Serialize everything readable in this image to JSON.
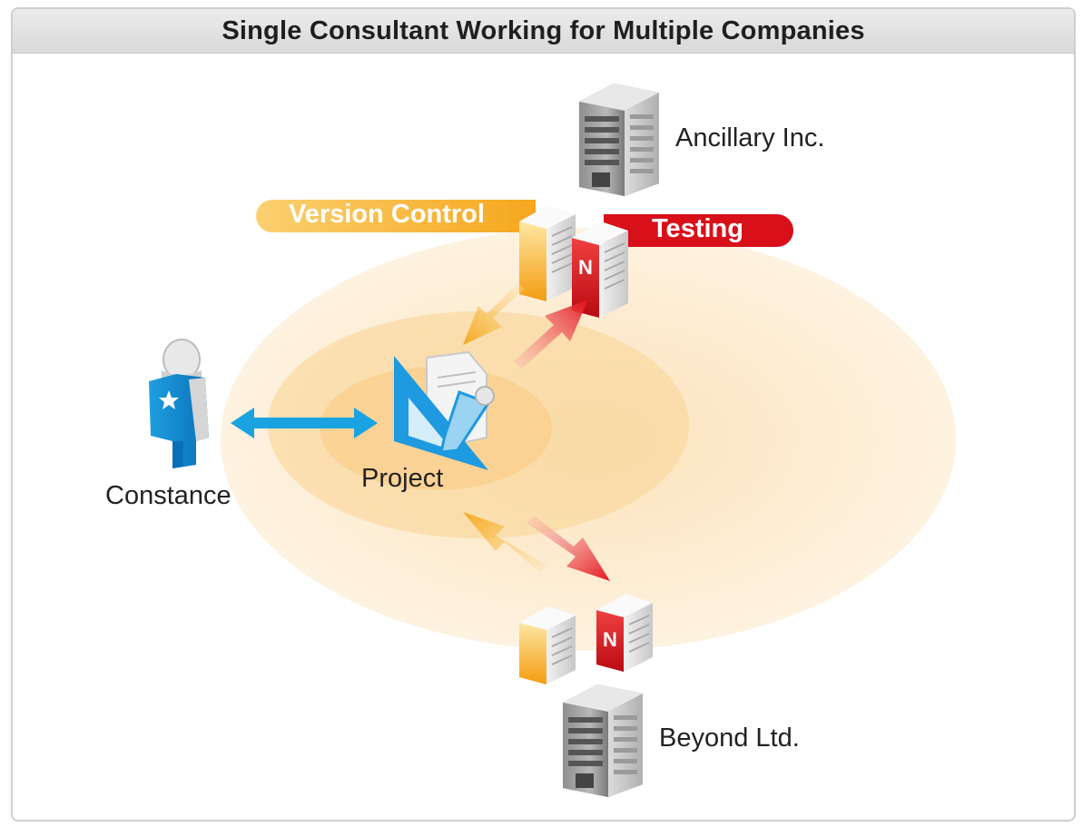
{
  "title": "Single Consultant Working for Multiple Companies",
  "labels": {
    "company_top": "Ancillary Inc.",
    "company_bottom": "Beyond Ltd.",
    "version_control": "Version Control",
    "testing": "Testing",
    "user": "Constance",
    "project": "Project",
    "server_letter": "N"
  },
  "colors": {
    "version_control": "#f7b22b",
    "testing": "#d8101a",
    "user_arrow": "#1aa3e0",
    "ellipse": "#fbe3bd"
  },
  "icons": [
    "building-icon",
    "server-icon",
    "user-icon",
    "project-icon"
  ]
}
